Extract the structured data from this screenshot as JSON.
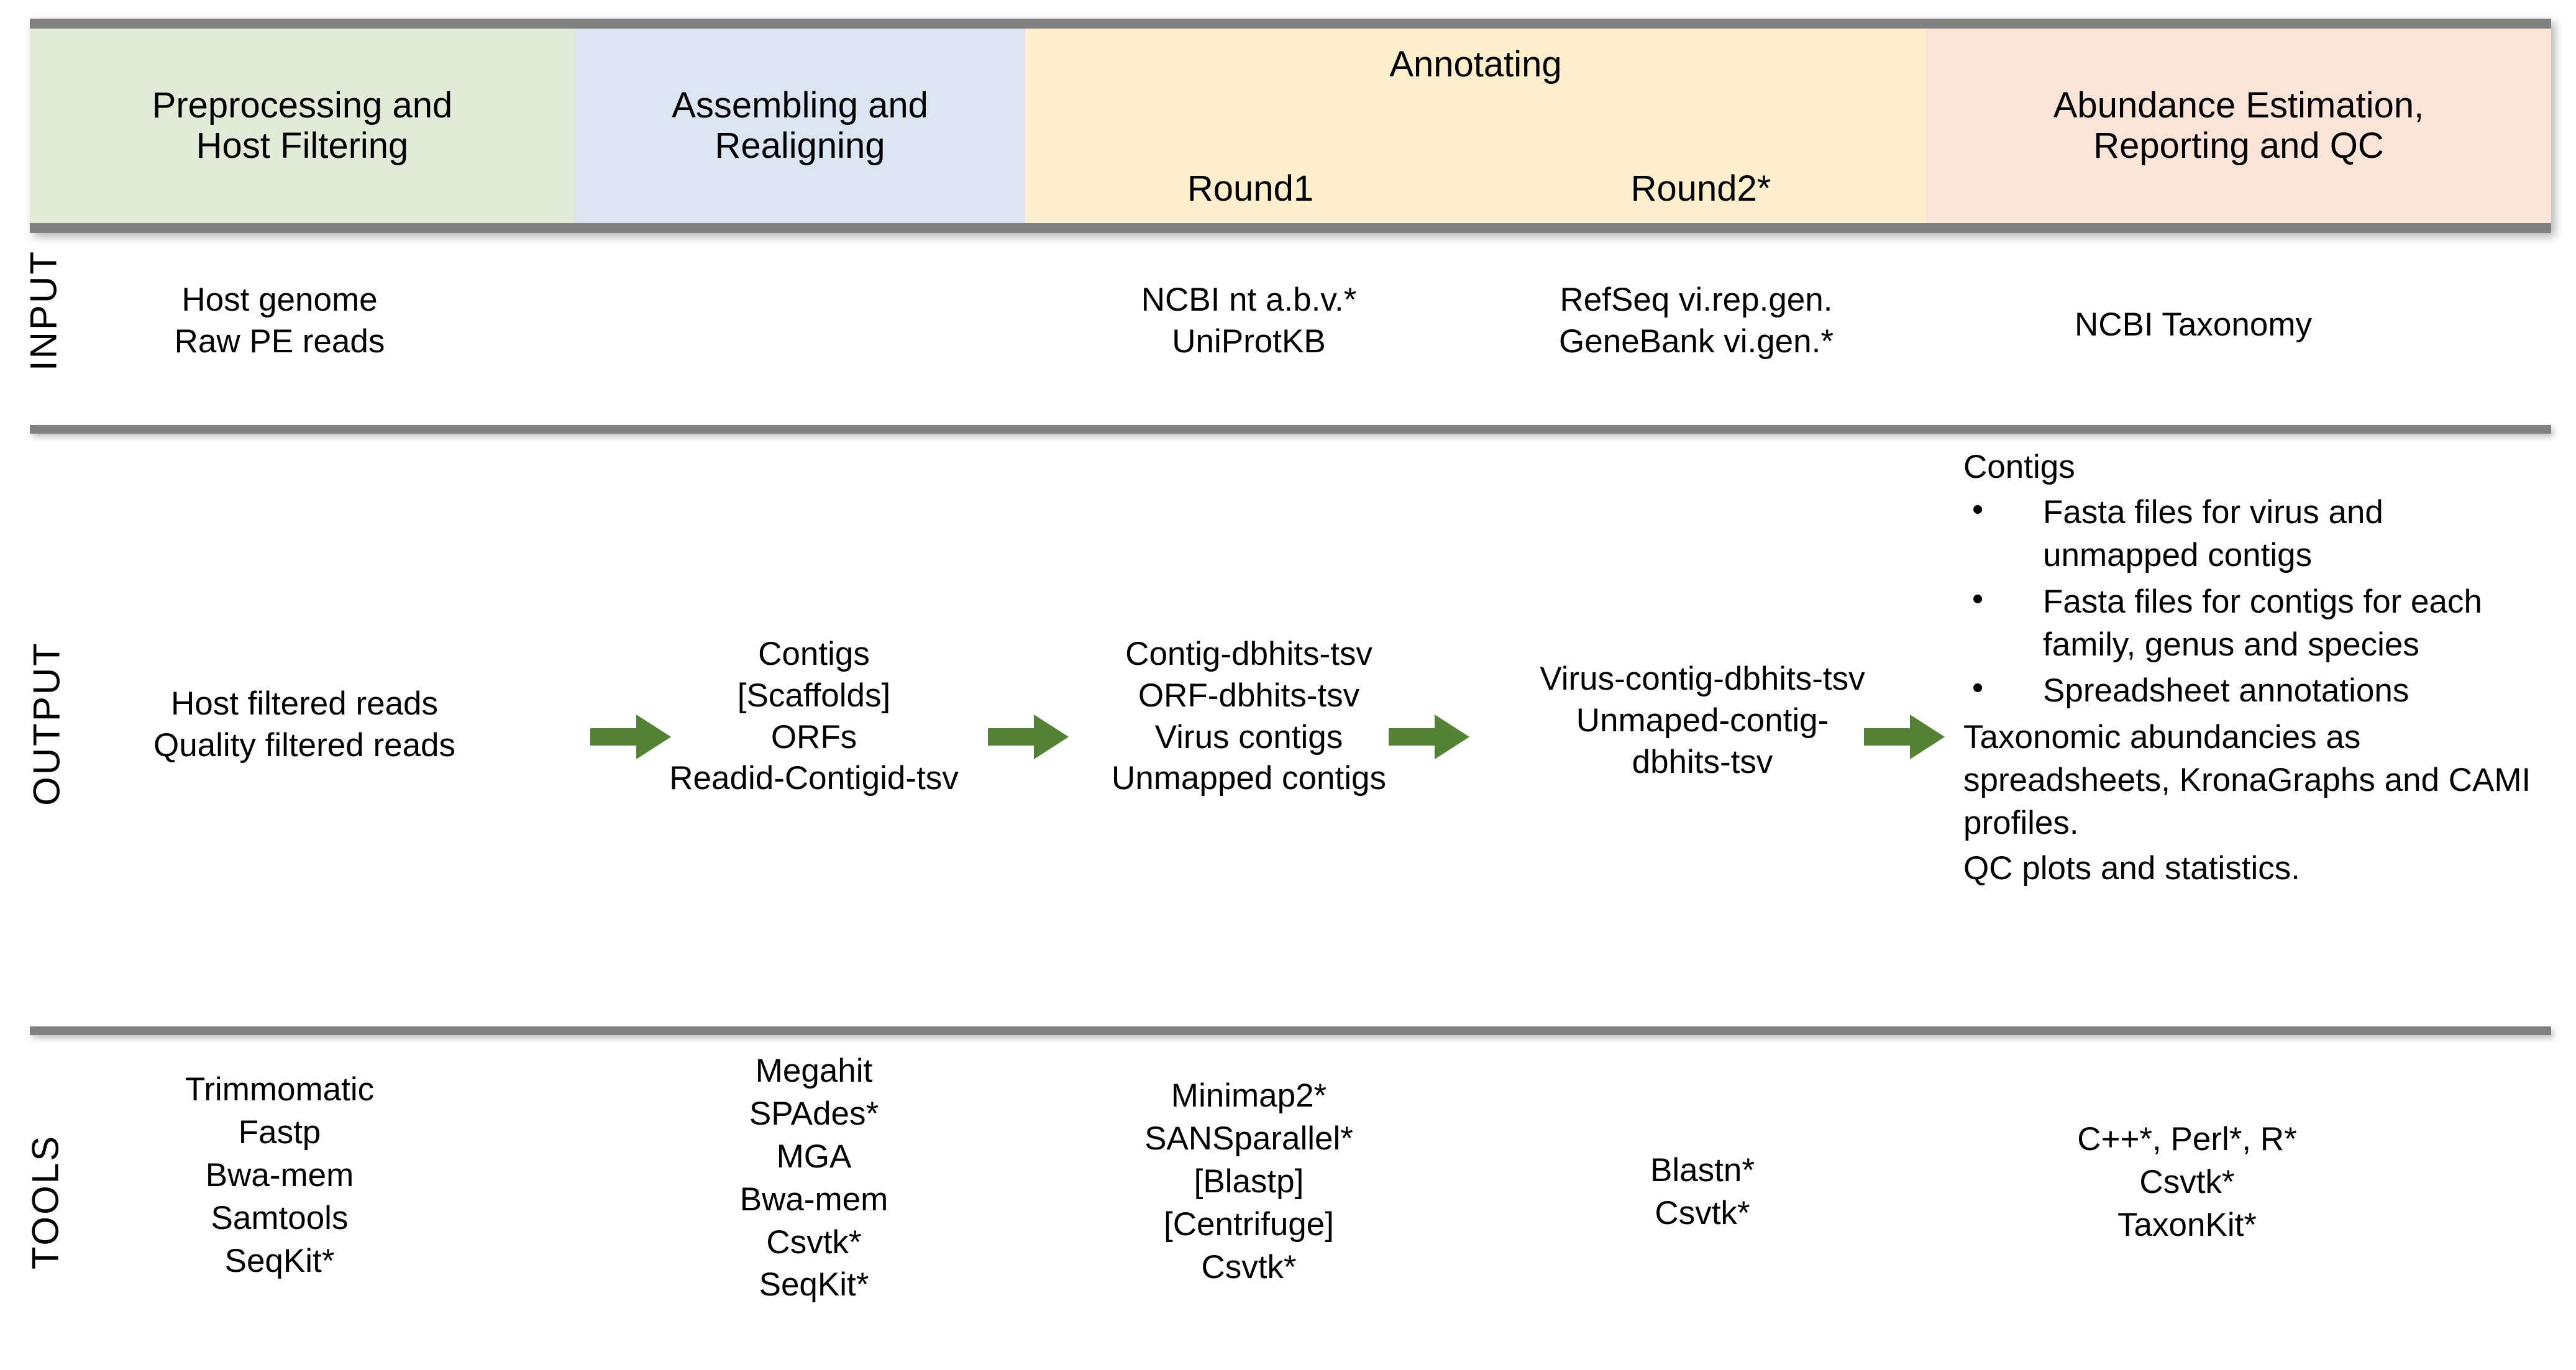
{
  "banner": {
    "phases": [
      {
        "title": "Preprocessing and\nHost Filtering"
      },
      {
        "title": "Assembling and\nRealigning"
      },
      {
        "title": "Annotating",
        "rounds": [
          "Round1",
          "Round2*"
        ]
      },
      {
        "title": "Abundance Estimation,\nReporting and QC"
      }
    ],
    "colors": {
      "preprocessing": "#E2EBD8",
      "assembling": "#DCE6F2",
      "annotating": "#FDEFCB",
      "abundance": "#FAE4D8",
      "rule": "#808080"
    }
  },
  "rows": {
    "input": {
      "label": "INPUT",
      "cells": [
        "Host genome\nRaw PE reads",
        "NCBI nt a.b.v.*\nUniProtKB",
        "RefSeq vi.rep.gen.\nGeneBank vi.gen.*",
        "NCBI Taxonomy"
      ]
    },
    "output": {
      "label": "OUTPUT",
      "cells": [
        "Host filtered reads\nQuality filtered reads",
        "Contigs\n[Scaffolds]\nORFs\nReadid-Contigid-tsv",
        "Contig-dbhits-tsv\nORF-dbhits-tsv\nVirus contigs\nUnmapped contigs",
        "Virus-contig-dbhits-tsv\nUnmaped-contig-\ndbhits-tsv"
      ],
      "arrow_color": "#548235",
      "arrow_count": 4,
      "right_block": {
        "lead": "Contigs",
        "bullets": [
          "Fasta files for virus and unmapped contigs",
          "Fasta files for contigs for each family, genus and species",
          "Spreadsheet annotations"
        ],
        "paragraphs": [
          "Taxonomic abundancies as spreadsheets, KronaGraphs and CAMI profiles.",
          "QC plots and statistics."
        ]
      }
    },
    "tools": {
      "label": "TOOLS",
      "cells": [
        "Trimmomatic\nFastp\nBwa-mem\nSamtools\nSeqKit*",
        "Megahit\nSPAdes*\nMGA\nBwa-mem\nCsvtk*\nSeqKit*",
        "Minimap2*\nSANSparallel*\n[Blastp]\n[Centrifuge]\nCsvtk*",
        "Blastn*\nCsvtk*",
        "C++*, Perl*, R*\nCsvtk*\nTaxonKit*"
      ]
    }
  }
}
